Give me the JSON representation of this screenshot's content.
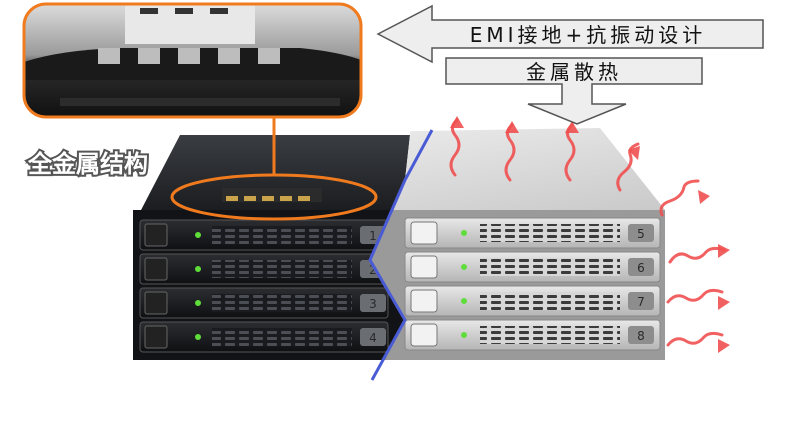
{
  "callouts": {
    "emi": "EMI接地+抗振动设计",
    "cooling": "金属散热",
    "full_metal": "全金属结构"
  },
  "bays": {
    "left": [
      "1",
      "2",
      "3",
      "4"
    ],
    "right": [
      "5",
      "6",
      "7",
      "8"
    ]
  },
  "colors": {
    "zoom_ring": "#f07a1e",
    "heat_wave": "#f05050",
    "seam_line": "#4a5bd6",
    "led": "#5fdd3a",
    "arrow_fill": "#eeeeee",
    "arrow_stroke": "#555555"
  }
}
